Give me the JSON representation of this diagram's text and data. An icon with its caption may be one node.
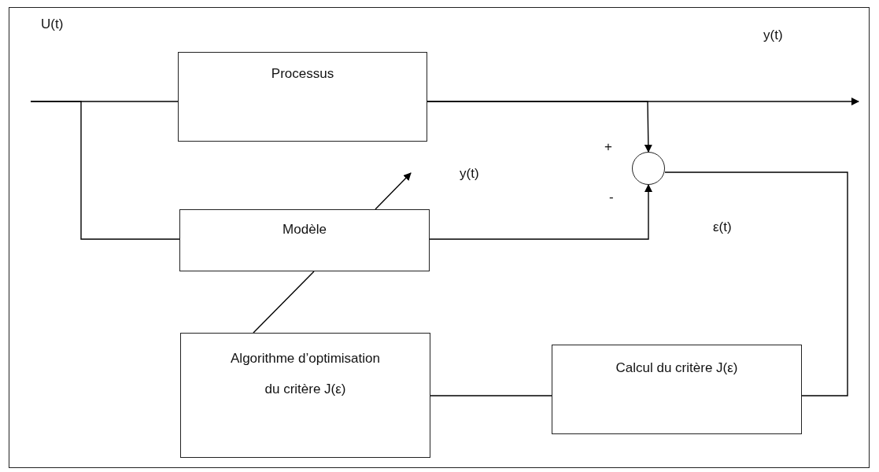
{
  "diagram": {
    "nodes": [
      {
        "text": [
          "Processus"
        ]
      },
      {
        "text": [
          "Modèle"
        ]
      },
      {
        "text": [
          "Algorithme d’optimisation du critère J(ε)"
        ]
      },
      {
        "text": [
          "Calcul du critère J(ε)"
        ]
      },
      {
        "text": [],
        "shape": "circle"
      }
    ],
    "edges": [
      {
        "from": null,
        "to": 0,
        "arrow": "none"
      },
      {
        "from": null,
        "to": 1,
        "arrow": "none"
      },
      {
        "from": 0,
        "to": null,
        "arrow": "to"
      },
      {
        "from": 0,
        "to": 4,
        "arrow": "to"
      },
      {
        "from": 1,
        "to": 4,
        "arrow": "to"
      },
      {
        "from": 4,
        "to": 3,
        "arrow": "none"
      },
      {
        "from": 3,
        "to": 2,
        "arrow": "none"
      },
      {
        "from": 2,
        "to": 1,
        "arrow": "none"
      },
      {
        "from": 1,
        "to": null,
        "arrow": "to"
      }
    ],
    "labels": [
      "U(t)",
      "y(t)",
      "y(t)",
      "+",
      "-",
      "ε(t)"
    ]
  }
}
